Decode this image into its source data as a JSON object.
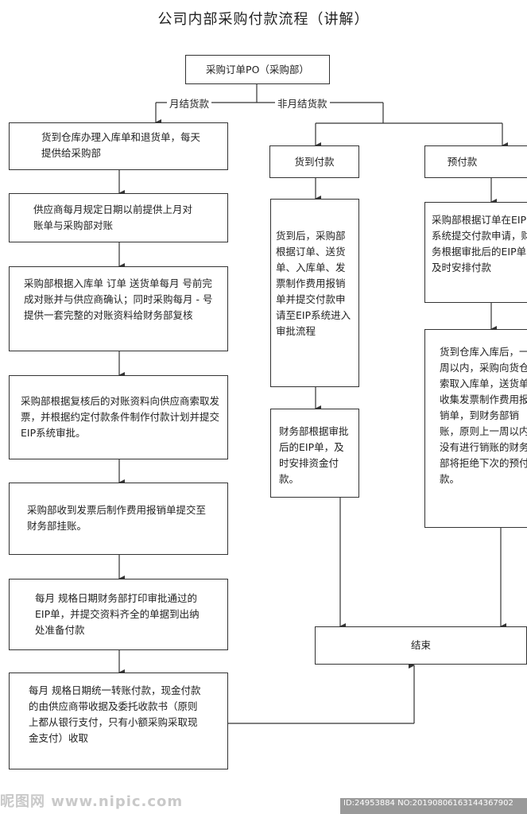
{
  "title": "公司内部采购付款流程（讲解）",
  "start": "采购订单PO（采购部）",
  "branch_monthly": "月结货款",
  "branch_nonmonthly": "非月结货款",
  "monthly_steps": [
    "货到仓库办理入库单和退货单，每天提供给采购部",
    "供应商每月规定日期以前提供上月对账单与采购部对账",
    "采购部根据入库单 订单 送货单每月 号前完成对账并与供应商确认；同时采购每月 - 号提供一套完整的对账资料给财务部复核",
    "采购部根据复核后的对账资料向供应商索取发票，并根据约定付款条件制作付款计划并提交EIP系统审批。",
    "采购部收到发票后制作费用报销单提交至财务部挂账。",
    "每月 规格日期财务部打印审批通过的EIP单，并提交资料齐全的单据到出纳处准备付款",
    "每月 规格日期统一转账付款，现金付款的由供应商带收据及委托收款书（原则上都从银行支付，只有小额采购采取现金支付）收取"
  ],
  "cod": {
    "label": "货到付款",
    "steps": [
      "货到后，采购部根据订单、送货单、入库单、发票制作费用报销单并提交付款申请至EIP系统进入审批流程",
      "财务部根据审批后的EIP单，及时安排资金付款。"
    ]
  },
  "prepay": {
    "label": "预付款",
    "steps": [
      "采购部根据订单在EIP系统提交付款申请，财务根据审批后的EIP单及时安排付款",
      "货到仓库入库后，一周以内，采购向货仓索取入库单，送货单收集发票制作费用报销单，到财务部销账，原则上一周以内没有进行销账的财务部将拒绝下次的预付款。"
    ]
  },
  "end": "结束",
  "watermark": "昵图网 www.nipic.com",
  "image_id": "ID:24953884 NO:20190806163144367902"
}
